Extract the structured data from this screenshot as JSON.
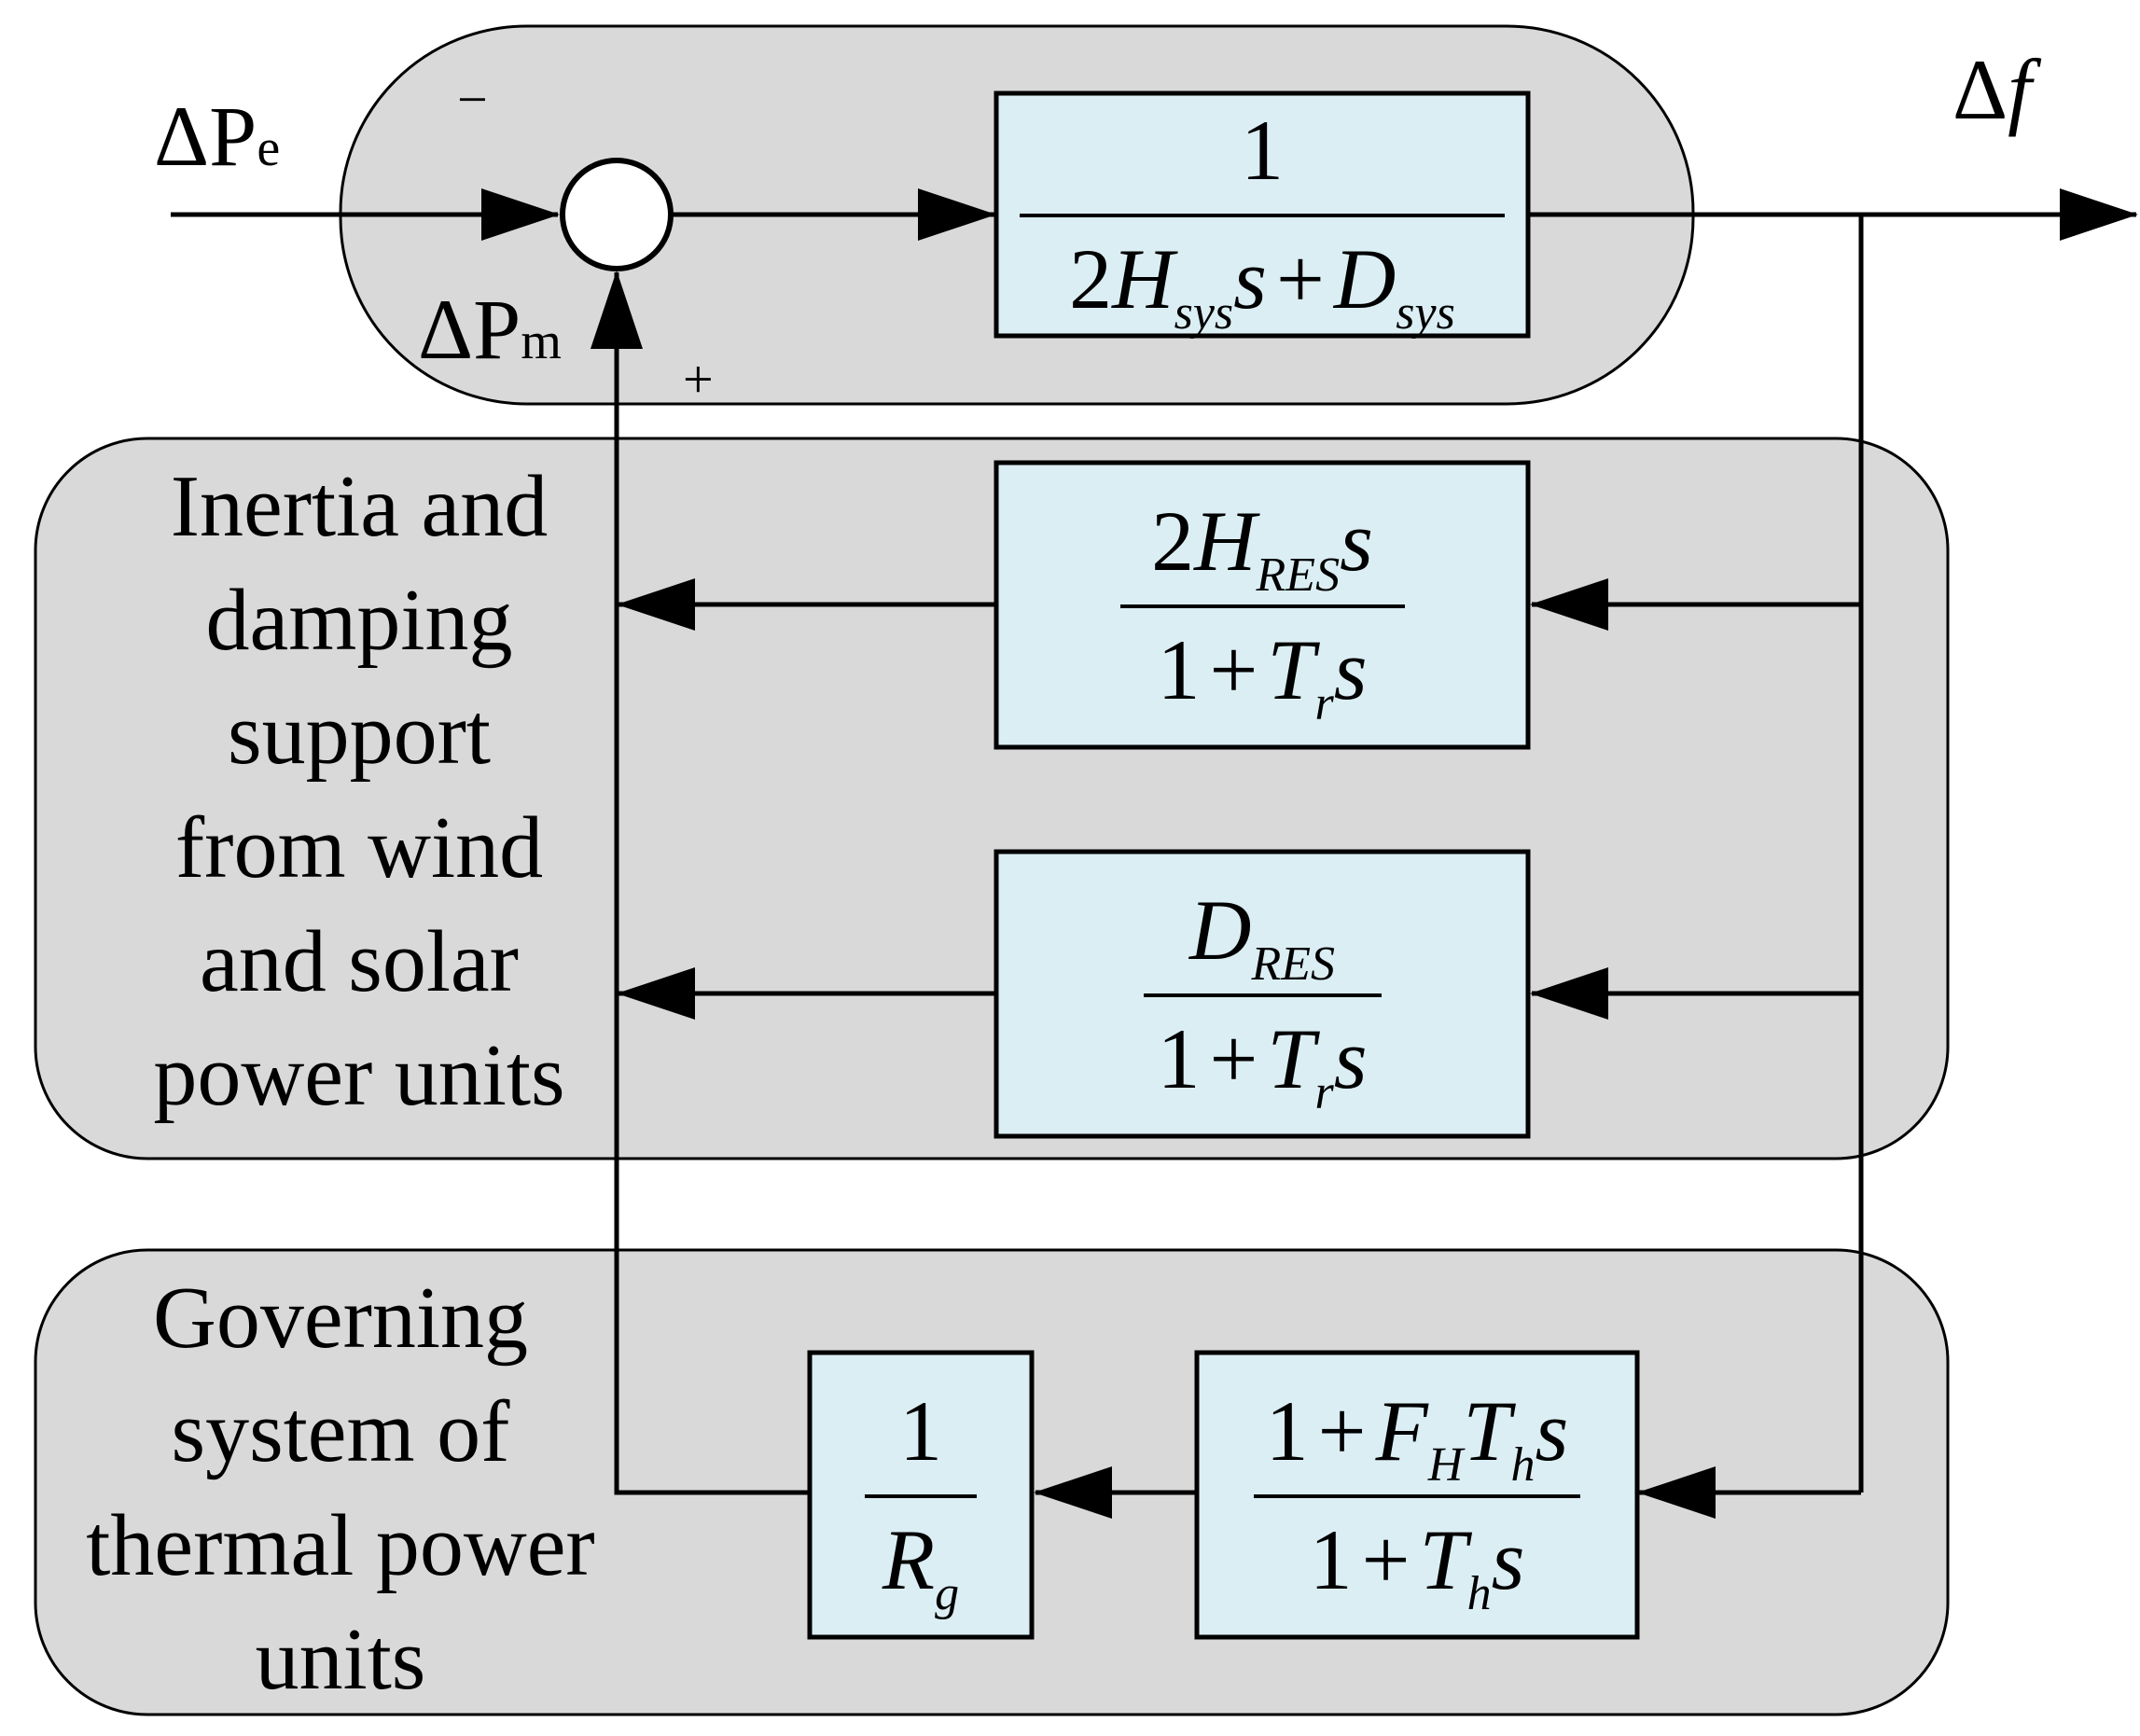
{
  "inputs": {
    "delta_pe": {
      "main": "ΔP",
      "sub": "e"
    },
    "delta_pm": {
      "main": "ΔP",
      "sub": "m"
    }
  },
  "output": {
    "delta": "Δ",
    "var": "f"
  },
  "summing_junction": {
    "minus_sign": "−",
    "plus_sign": "+"
  },
  "blocks": {
    "system": {
      "num": "1",
      "den": {
        "c": "2",
        "H": "H",
        "H_sub": "sys",
        "s": "s",
        "op": "+",
        "D": "D",
        "D_sub": "sys"
      }
    },
    "inertia": {
      "num": {
        "c": "2",
        "H": "H",
        "H_sub": "RES",
        "s": "s"
      },
      "den": {
        "one": "1",
        "op": "+",
        "T": "T",
        "T_sub": "r",
        "s": "s"
      }
    },
    "damping": {
      "num": {
        "D": "D",
        "D_sub": "RES"
      },
      "den": {
        "one": "1",
        "op": "+",
        "T": "T",
        "T_sub": "r",
        "s": "s"
      }
    },
    "governor": {
      "num": "1",
      "den": {
        "R": "R",
        "R_sub": "g"
      }
    },
    "turbine": {
      "num": {
        "one": "1",
        "op": "+",
        "F": "F",
        "F_sub": "H",
        "T": "T",
        "T_sub": "h",
        "s": "s"
      },
      "den": {
        "one": "1",
        "op": "+",
        "T": "T",
        "T_sub": "h",
        "s": "s"
      }
    }
  },
  "groups": {
    "renewable": {
      "lines": [
        "Inertia and",
        "damping",
        "support",
        "from wind",
        "and solar",
        "power units"
      ]
    },
    "thermal": {
      "lines": [
        "Governing",
        "system of",
        "thermal power",
        "units"
      ]
    }
  },
  "colors": {
    "group_fill": "#d9d9d9",
    "block_fill": "#dbeef4",
    "line": "#000000",
    "junction_fill": "#ffffff"
  }
}
